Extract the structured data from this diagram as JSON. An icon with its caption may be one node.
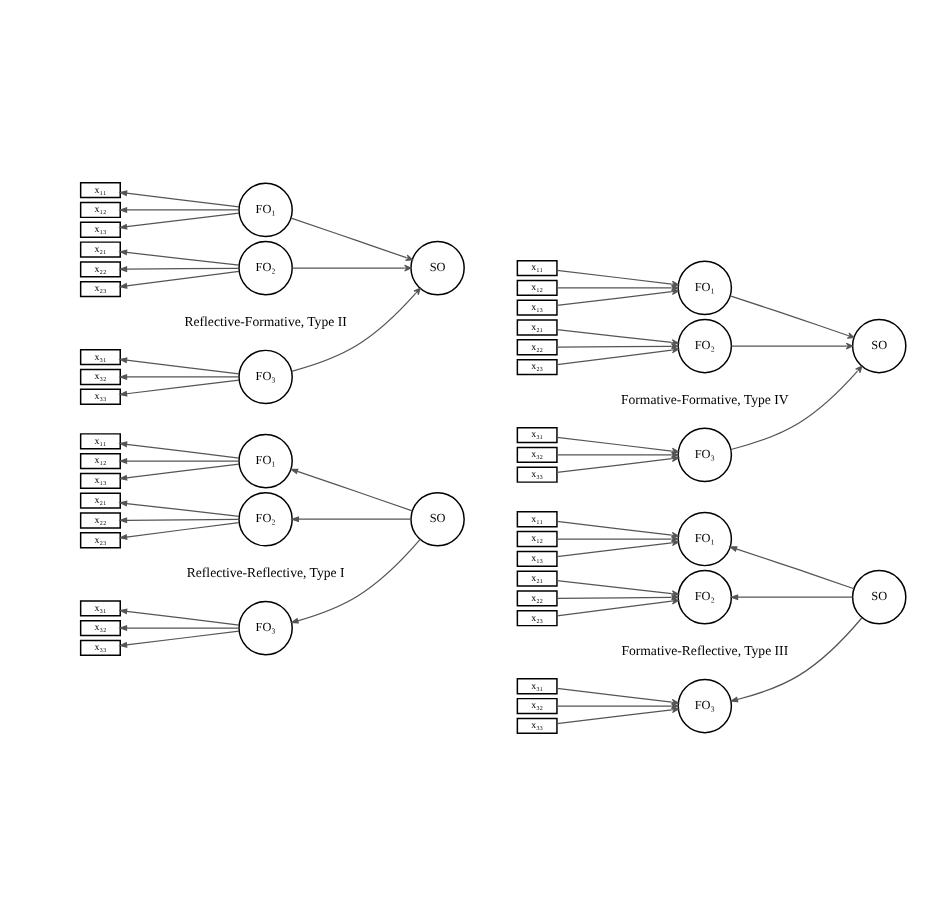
{
  "diagram": {
    "nodes": [
      {
        "text": [
          "x₁₁"
        ]
      },
      {
        "text": [
          "x₁₂"
        ]
      },
      {
        "text": [
          "x₁₃"
        ]
      },
      {
        "text": [
          "x₂₁"
        ]
      },
      {
        "text": [
          "x₂₂"
        ]
      },
      {
        "text": [
          "x₂₃"
        ]
      },
      {
        "text": [
          "x₃₁"
        ]
      },
      {
        "text": [
          "x₃₂"
        ]
      },
      {
        "text": [
          "x₃₃"
        ]
      },
      {
        "text": [
          "FO₁"
        ]
      },
      {
        "text": [
          "FO₂"
        ]
      },
      {
        "text": [
          "FO₃"
        ]
      },
      {
        "text": [
          "SO"
        ]
      },
      {
        "text": [
          "x₁₁"
        ]
      },
      {
        "text": [
          "x₁₂"
        ]
      },
      {
        "text": [
          "x₁₃"
        ]
      },
      {
        "text": [
          "x₂₁"
        ]
      },
      {
        "text": [
          "x₂₂"
        ]
      },
      {
        "text": [
          "x₂₃"
        ]
      },
      {
        "text": [
          "x₃₁"
        ]
      },
      {
        "text": [
          "x₃₂"
        ]
      },
      {
        "text": [
          "x₃₃"
        ]
      },
      {
        "text": [
          "FO₁"
        ]
      },
      {
        "text": [
          "FO₂"
        ]
      },
      {
        "text": [
          "FO₃"
        ]
      },
      {
        "text": [
          "SO"
        ]
      },
      {
        "text": [
          "x₁₁"
        ]
      },
      {
        "text": [
          "x₁₂"
        ]
      },
      {
        "text": [
          "x₁₃"
        ]
      },
      {
        "text": [
          "x₂₁"
        ]
      },
      {
        "text": [
          "x₂₂"
        ]
      },
      {
        "text": [
          "x₂₃"
        ]
      },
      {
        "text": [
          "x₃₁"
        ]
      },
      {
        "text": [
          "x₃₂"
        ]
      },
      {
        "text": [
          "x₃₃"
        ]
      },
      {
        "text": [
          "FO₁"
        ]
      },
      {
        "text": [
          "FO₂"
        ]
      },
      {
        "text": [
          "FO₃"
        ]
      },
      {
        "text": [
          "SO"
        ]
      },
      {
        "text": [
          "x₁₁"
        ]
      },
      {
        "text": [
          "x₁₂"
        ]
      },
      {
        "text": [
          "x₁₃"
        ]
      },
      {
        "text": [
          "x₂₁"
        ]
      },
      {
        "text": [
          "x₂₂"
        ]
      },
      {
        "text": [
          "x₂₃"
        ]
      },
      {
        "text": [
          "x₃₁"
        ]
      },
      {
        "text": [
          "x₃₂"
        ]
      },
      {
        "text": [
          "x₃₃"
        ]
      },
      {
        "text": [
          "FO₁"
        ]
      },
      {
        "text": [
          "FO₂"
        ]
      },
      {
        "text": [
          "FO₃"
        ]
      },
      {
        "text": [
          "SO"
        ]
      }
    ],
    "edges": [
      {
        "from": 9,
        "to": 0,
        "arrow": "to"
      },
      {
        "from": 9,
        "to": 1,
        "arrow": "to"
      },
      {
        "from": 9,
        "to": 2,
        "arrow": "to"
      },
      {
        "from": 10,
        "to": 3,
        "arrow": "to"
      },
      {
        "from": 10,
        "to": 4,
        "arrow": "to"
      },
      {
        "from": 10,
        "to": 5,
        "arrow": "to"
      },
      {
        "from": 11,
        "to": 6,
        "arrow": "to"
      },
      {
        "from": 11,
        "to": 7,
        "arrow": "to"
      },
      {
        "from": 11,
        "to": 8,
        "arrow": "to"
      },
      {
        "from": 12,
        "to": 9,
        "arrow": "to"
      },
      {
        "from": 12,
        "to": 10,
        "arrow": "to"
      },
      {
        "from": 12,
        "to": 11,
        "arrow": "to"
      },
      {
        "from": 13,
        "to": 22,
        "arrow": "to"
      },
      {
        "from": 14,
        "to": 22,
        "arrow": "to"
      },
      {
        "from": 15,
        "to": 22,
        "arrow": "to"
      },
      {
        "from": 16,
        "to": 23,
        "arrow": "to"
      },
      {
        "from": 17,
        "to": 23,
        "arrow": "to"
      },
      {
        "from": 18,
        "to": 23,
        "arrow": "to"
      },
      {
        "from": 19,
        "to": 24,
        "arrow": "to"
      },
      {
        "from": 20,
        "to": 24,
        "arrow": "to"
      },
      {
        "from": 21,
        "to": 24,
        "arrow": "to"
      },
      {
        "from": 25,
        "to": 22,
        "arrow": "to"
      },
      {
        "from": 25,
        "to": 23,
        "arrow": "to"
      },
      {
        "from": 25,
        "to": 24,
        "arrow": "to"
      },
      {
        "from": 35,
        "to": 26,
        "arrow": "to"
      },
      {
        "from": 35,
        "to": 27,
        "arrow": "to"
      },
      {
        "from": 35,
        "to": 28,
        "arrow": "to"
      },
      {
        "from": 36,
        "to": 29,
        "arrow": "to"
      },
      {
        "from": 36,
        "to": 30,
        "arrow": "to"
      },
      {
        "from": 36,
        "to": 31,
        "arrow": "to"
      },
      {
        "from": 37,
        "to": 32,
        "arrow": "to"
      },
      {
        "from": 37,
        "to": 33,
        "arrow": "to"
      },
      {
        "from": 37,
        "to": 34,
        "arrow": "to"
      },
      {
        "from": 35,
        "to": 38,
        "arrow": "to"
      },
      {
        "from": 36,
        "to": 38,
        "arrow": "to"
      },
      {
        "from": 37,
        "to": 38,
        "arrow": "to"
      },
      {
        "from": 39,
        "to": 48,
        "arrow": "to"
      },
      {
        "from": 40,
        "to": 48,
        "arrow": "to"
      },
      {
        "from": 41,
        "to": 48,
        "arrow": "to"
      },
      {
        "from": 42,
        "to": 49,
        "arrow": "to"
      },
      {
        "from": 43,
        "to": 49,
        "arrow": "to"
      },
      {
        "from": 44,
        "to": 49,
        "arrow": "to"
      },
      {
        "from": 45,
        "to": 50,
        "arrow": "to"
      },
      {
        "from": 46,
        "to": 50,
        "arrow": "to"
      },
      {
        "from": 47,
        "to": 50,
        "arrow": "to"
      },
      {
        "from": 48,
        "to": 51,
        "arrow": "to"
      },
      {
        "from": 49,
        "to": 51,
        "arrow": "to"
      },
      {
        "from": 50,
        "to": 51,
        "arrow": "to"
      }
    ],
    "labels": [
      "Reflective-Reflective, Type I",
      "Formative-Reflective, Type III",
      "Reflective-Formative, Type II",
      "Formative-Formative, Type IV"
    ]
  }
}
